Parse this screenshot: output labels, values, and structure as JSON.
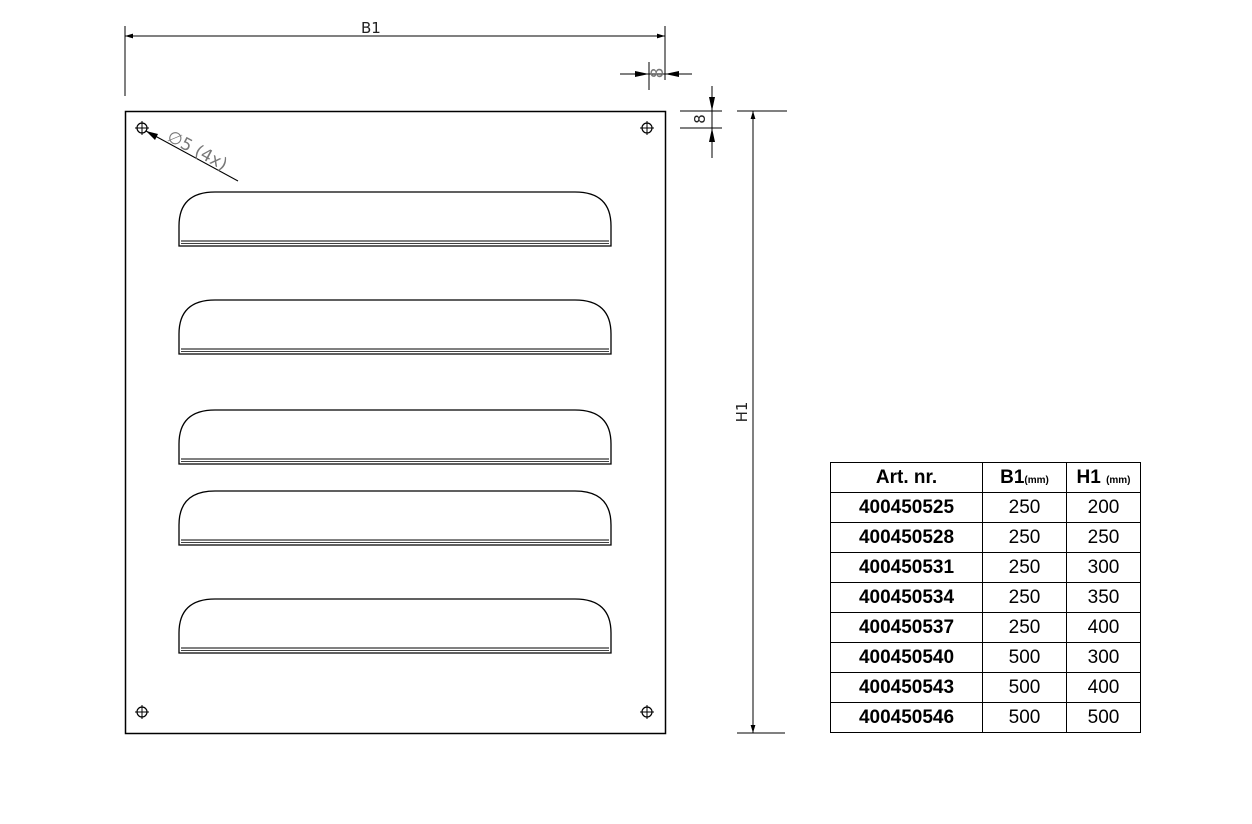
{
  "drawing": {
    "width_label": "B1",
    "height_label": "H1",
    "margin_top_label": "8",
    "margin_side_label": "8",
    "hole_label": "∅5 (4x)",
    "louvre_count": 5,
    "mounting_hole_count": 4
  },
  "table": {
    "headers": [
      {
        "text": "Art. nr.",
        "unit": ""
      },
      {
        "text": "B1",
        "unit": "(mm)"
      },
      {
        "text": "H1 ",
        "unit": "(mm)"
      }
    ],
    "rows": [
      {
        "art": "400450525",
        "b1": "250",
        "h1": "200"
      },
      {
        "art": "400450528",
        "b1": "250",
        "h1": "250"
      },
      {
        "art": "400450531",
        "b1": "250",
        "h1": "300"
      },
      {
        "art": "400450534",
        "b1": "250",
        "h1": "350"
      },
      {
        "art": "400450537",
        "b1": "250",
        "h1": "400"
      },
      {
        "art": "400450540",
        "b1": "500",
        "h1": "300"
      },
      {
        "art": "400450543",
        "b1": "500",
        "h1": "400"
      },
      {
        "art": "400450546",
        "b1": "500",
        "h1": "500"
      }
    ]
  },
  "colors": {
    "line": "#000000",
    "dim_text": "#222222",
    "annotation_grey": "#777777"
  }
}
